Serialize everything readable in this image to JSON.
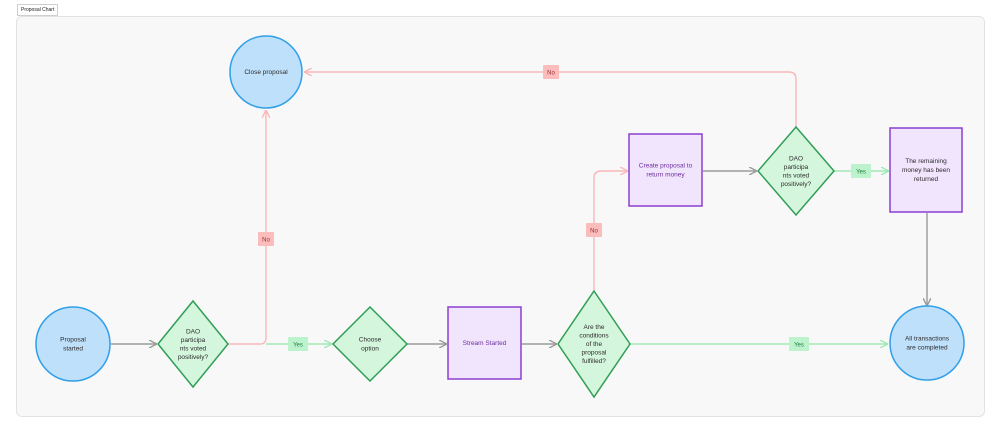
{
  "tab": {
    "label": "Proposal Chart"
  },
  "colors": {
    "circle_fill": "#bfe0fb",
    "circle_stroke": "#2f9fe8",
    "diamond_fill": "#d4f6dc",
    "diamond_stroke": "#2f9e55",
    "rect_fill": "#f1e4fd",
    "rect_stroke": "#8a3fd1",
    "yes_line": "#9fe8b6",
    "no_line": "#f8b8b8",
    "grey_line": "#9a9a9a",
    "yes_tag_fill": "#bdf3cc",
    "no_tag_fill": "#fbbcbc"
  },
  "nodes": {
    "proposal_started": {
      "text": [
        "Proposal",
        "started"
      ]
    },
    "dao_vote_1": {
      "text": [
        "DAO",
        "participa",
        "nts voted",
        "positively?"
      ]
    },
    "close_proposal": {
      "text": [
        "Close proposal"
      ]
    },
    "choose_option": {
      "text": [
        "Choose",
        "option"
      ]
    },
    "stream_started": {
      "text": [
        "Stream Started"
      ]
    },
    "conditions_fulfilled": {
      "text": [
        "Are the",
        "conditions",
        "of the",
        "proposal",
        "fulfilled?"
      ]
    },
    "return_money": {
      "text": [
        "Create proposal to",
        "return money"
      ]
    },
    "dao_vote_2": {
      "text": [
        "DAO",
        "participa",
        "nts voted",
        "positively?"
      ]
    },
    "money_returned": {
      "text": [
        "The remaining",
        "money has been",
        "returned"
      ]
    },
    "all_completed": {
      "text": [
        "All transactions",
        "are completed"
      ]
    }
  },
  "edge_labels": {
    "no_top": "No",
    "no_left": "No",
    "yes_left": "Yes",
    "no_mid": "No",
    "yes_right": "Yes",
    "yes_bottom": "Yes"
  }
}
